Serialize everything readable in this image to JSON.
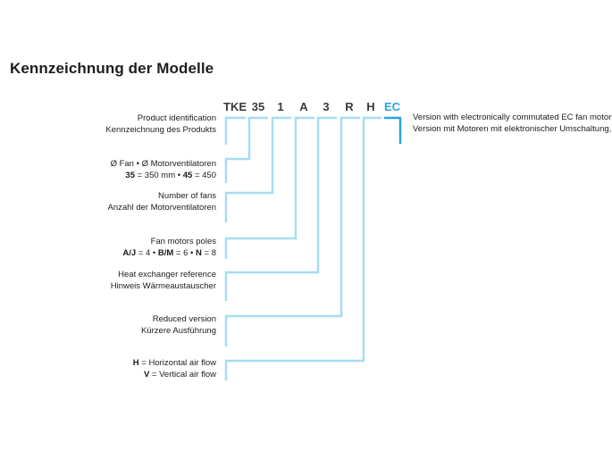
{
  "title": "Kennzeichnung der Modelle",
  "code_letters": [
    "TKE",
    "35",
    "1",
    "A",
    "3",
    "R",
    "H",
    "EC"
  ],
  "colors": {
    "bracket": "#a6dcf4",
    "accent": "#29a6de",
    "text": "#1d1d1b"
  },
  "items": {
    "product_id": {
      "en": "Product identification",
      "de": "Kennzeichnung des Produkts"
    },
    "fan_diameter": {
      "line1": "Ø Fan  •  Ø Motorventilatoren",
      "v1": "35",
      "t1": " = 350 mm  •  ",
      "v2": "45",
      "t2": " = 450"
    },
    "fan_count": {
      "en": "Number of fans",
      "de": "Anzahl der Motorventilatoren"
    },
    "motor_poles": {
      "line1": "Fan motors poles",
      "v1": "A/J",
      "t1": " = 4  •  ",
      "v2": "B/M",
      "t2": " = 6  •  ",
      "v3": "N",
      "t3": " = 8"
    },
    "heat_exchanger": {
      "en": "Heat exchanger reference",
      "de": "Hinweis Wärmeaustauscher"
    },
    "reduced": {
      "en": "Reduced version",
      "de": "Kürzere Ausführung"
    },
    "air_flow": {
      "v1": "H",
      "t1": " = Horizontal air flow",
      "v2": "V",
      "t2": " = Vertical air flow"
    },
    "ec_version": {
      "en": "Version with electronically commutated EC fan motors",
      "de": "Version mit Motoren mit elektronischer Umschaltung, EC"
    }
  }
}
